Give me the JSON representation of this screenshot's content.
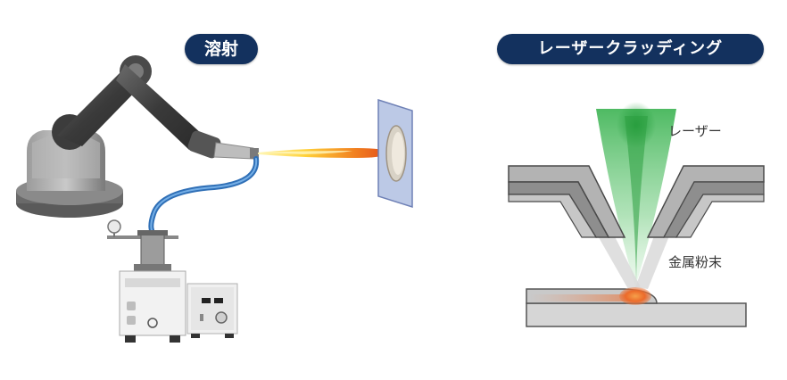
{
  "left_panel": {
    "title": "溶射"
  },
  "right_panel": {
    "title": "レーザークラッディング",
    "label_laser": "レーザー",
    "label_powder": "金属粉末"
  },
  "colors": {
    "pill_bg": "#13315e",
    "hose": "#3d7fc4",
    "flame_core": "#ffd23a",
    "flame_edge": "#e0481c",
    "laser": "#33b44a",
    "melt_pool": "#f06a2c"
  }
}
